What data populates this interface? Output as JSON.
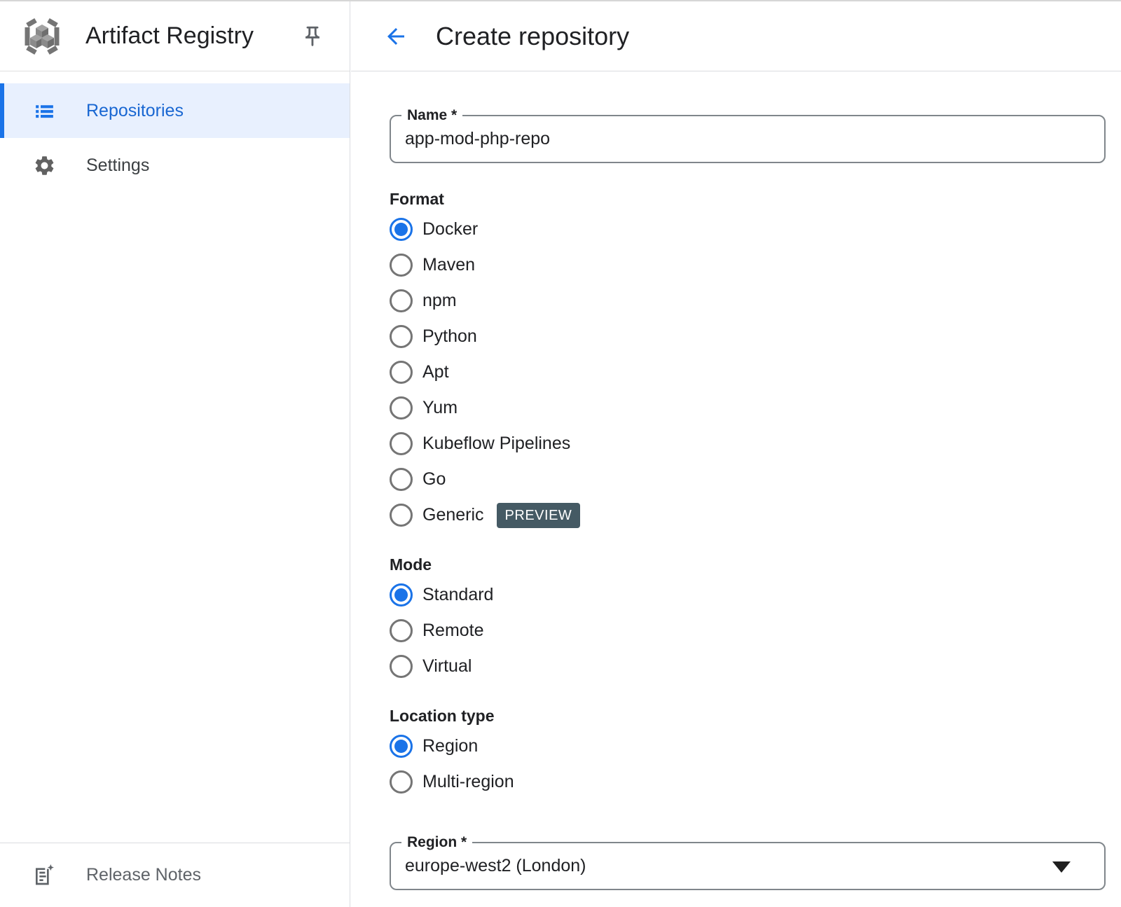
{
  "app": {
    "title": "Artifact Registry"
  },
  "sidebar": {
    "items": [
      {
        "label": "Repositories",
        "selected": true
      },
      {
        "label": "Settings",
        "selected": false
      }
    ],
    "footer": {
      "label": "Release Notes"
    }
  },
  "header": {
    "title": "Create repository"
  },
  "form": {
    "name_field": {
      "label": "Name *",
      "value": "app-mod-php-repo"
    },
    "format": {
      "label": "Format",
      "selected": "Docker",
      "preview_badge": "PREVIEW",
      "options": [
        {
          "label": "Docker"
        },
        {
          "label": "Maven"
        },
        {
          "label": "npm"
        },
        {
          "label": "Python"
        },
        {
          "label": "Apt"
        },
        {
          "label": "Yum"
        },
        {
          "label": "Kubeflow Pipelines"
        },
        {
          "label": "Go"
        },
        {
          "label": "Generic"
        }
      ]
    },
    "mode": {
      "label": "Mode",
      "selected": "Standard",
      "options": [
        {
          "label": "Standard"
        },
        {
          "label": "Remote"
        },
        {
          "label": "Virtual"
        }
      ]
    },
    "location_type": {
      "label": "Location type",
      "selected": "Region",
      "options": [
        {
          "label": "Region"
        },
        {
          "label": "Multi-region"
        }
      ]
    },
    "region_field": {
      "label": "Region *",
      "value": "europe-west2 (London)"
    }
  },
  "colors": {
    "accent_blue": "#1a73e8",
    "selected_item_text": "#1967d2",
    "selected_item_bg": "#e8f0fe",
    "preview_badge_bg": "#455a64",
    "divider": "#dadce0",
    "field_outline": "#80868b",
    "secondary_text": "#5f6368"
  }
}
